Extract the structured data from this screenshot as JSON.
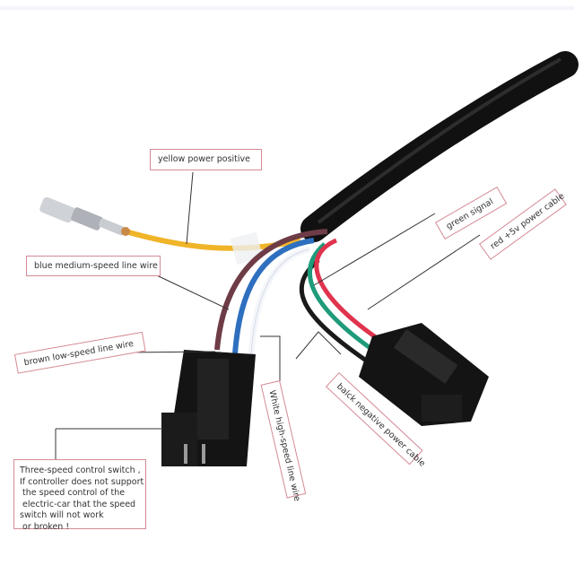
{
  "diagram": {
    "subject": "E-bike throttle / three-speed switch wiring harness",
    "colors": {
      "cable_black": "#111111",
      "yellow_wire": "#f0b429",
      "blue_wire": "#2f6fbf",
      "brown_wire": "#6e3c46",
      "white_wire": "#f4f6fb",
      "green_wire": "#1e9b7a",
      "red_wire": "#e0334d",
      "black_wire": "#1a1a1a",
      "connector": "#141414",
      "label_border": "#d48a95"
    },
    "labels": {
      "yellow": "yellow power positive",
      "blue": "blue   medium-speed line wire",
      "brown": "brown low-speed line wire",
      "white": "White high-speed line wire",
      "green": "green signal",
      "red": "red +5v power cable",
      "black": "balck negative power cable",
      "switch_note": "Three-speed control switch ,\nIf controller does not support\n the speed control of the\n electric-car that the speed\nswitch will not work\n or broken !"
    }
  }
}
